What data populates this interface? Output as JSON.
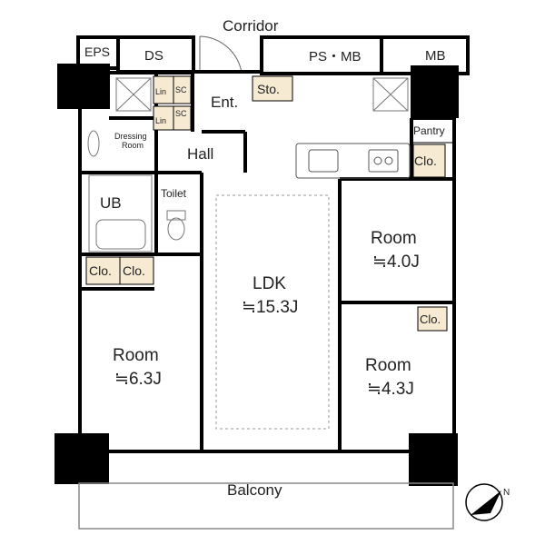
{
  "labels": {
    "corridor": "Corridor",
    "eps": "EPS",
    "ds": "DS",
    "ps_mb": "PS・MB",
    "mb": "MB",
    "sto": "Sto.",
    "ent": "Ent.",
    "lin1": "Lin",
    "lin2": "Lin",
    "sc1": "SC",
    "sc2": "SC",
    "dressing_room_1": "Dressing",
    "dressing_room_2": "Room",
    "hall": "Hall",
    "pantry": "Pantry",
    "clo_kitchen": "Clo.",
    "ub": "UB",
    "toilet": "Toilet",
    "clo_left_1": "Clo.",
    "clo_left_2": "Clo.",
    "clo_room_right": "Clo.",
    "ldk_name": "LDK",
    "ldk_size": "≒15.3J",
    "room_right_top_name": "Room",
    "room_right_top_size": "≒4.0J",
    "room_right_bottom_name": "Room",
    "room_right_bottom_size": "≒4.3J",
    "room_left_name": "Room",
    "room_left_size": "≒6.3J",
    "balcony": "Balcony",
    "north": "N"
  },
  "colors": {
    "wall": "#000000",
    "storage_fill": "#f6ead2",
    "line": "#444444"
  }
}
